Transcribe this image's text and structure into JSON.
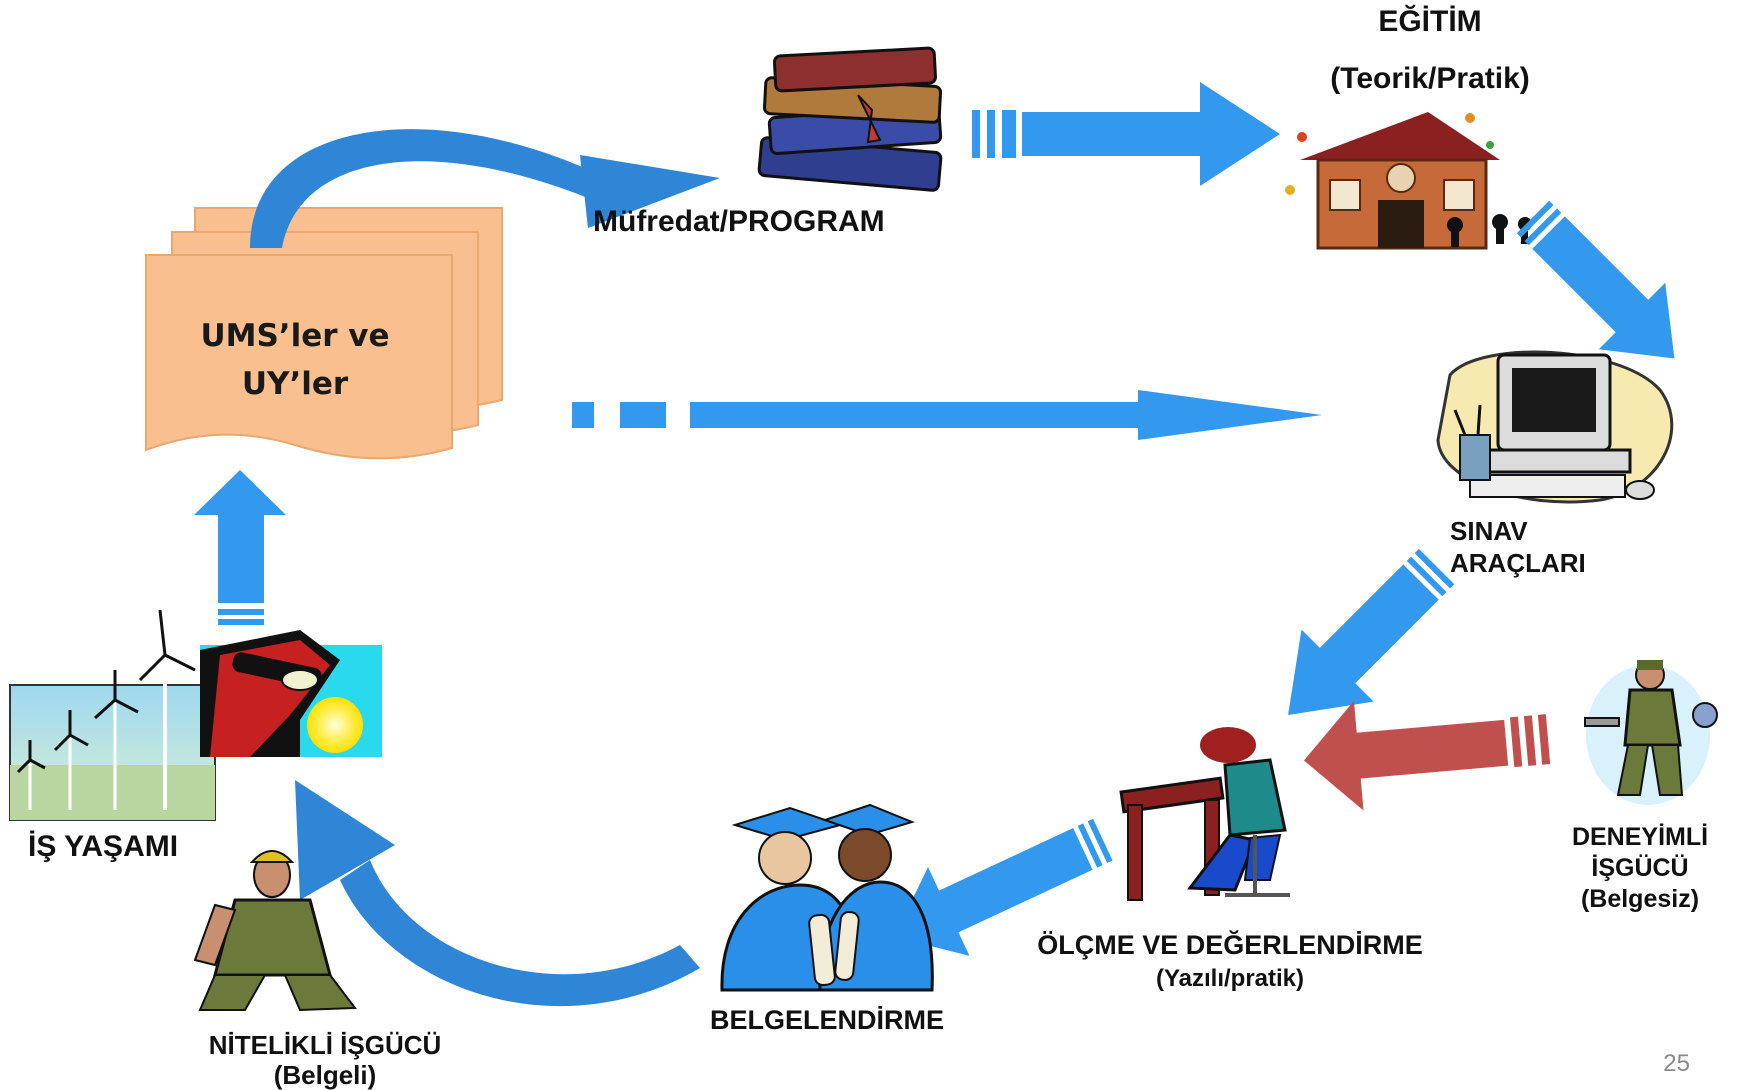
{
  "documents": {
    "line1": "UMS’ler ve",
    "line2": "UY’ler"
  },
  "curriculum": {
    "label": "Müfredat/PROGRAM"
  },
  "education": {
    "title": "EĞİTİM",
    "subtitle": "(Teorik/Pratik)"
  },
  "exam_tools": {
    "line1": "SINAV",
    "line2": "ARAÇLARI"
  },
  "assessment": {
    "title": "ÖLÇME VE DEĞERLENDİRME",
    "subtitle": "(Yazılı/pratik)"
  },
  "experienced_workforce": {
    "line1": "DENEYİMLİ",
    "line2": "İŞGÜCÜ",
    "line3": "(Belgesiz)"
  },
  "certification": {
    "label": "BELGELENDİRME"
  },
  "qualified_workforce": {
    "line1": "NİTELİKLİ İŞGÜCÜ",
    "line2": "(Belgeli)"
  },
  "work_life": {
    "label": "İŞ YAŞAMI"
  },
  "page_number": "25",
  "colors": {
    "blue_arrow": "#3399ee",
    "red_arrow": "#c0504d",
    "document_fill": "#f9bf8f"
  },
  "icons": [
    "books-icon",
    "school-house-icon",
    "computer-icon",
    "student-writing-icon",
    "mechanic-icon",
    "graduates-icon",
    "worker-icon",
    "wind-turbines-icon",
    "welder-icon"
  ]
}
